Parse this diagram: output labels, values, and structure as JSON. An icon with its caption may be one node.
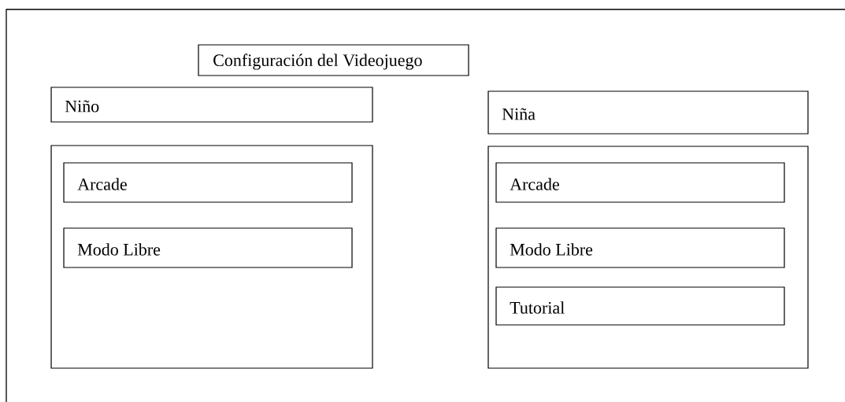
{
  "diagram": {
    "nodes": [
      {
        "text": [
          "Configuración del Videojuego"
        ]
      },
      {
        "text": [
          "Niño"
        ]
      },
      {
        "text": [
          "Niña"
        ]
      },
      {
        "text": [],
        "shape": "box"
      },
      {
        "text": [
          "Arcade"
        ],
        "in": 3
      },
      {
        "text": [
          "Modo Libre"
        ],
        "in": 3
      },
      {
        "text": [],
        "shape": "box"
      },
      {
        "text": [
          "Arcade"
        ],
        "in": 6
      },
      {
        "text": [
          "Modo Libre"
        ],
        "in": 6
      },
      {
        "text": [
          "Tutorial"
        ],
        "in": 6
      }
    ]
  }
}
